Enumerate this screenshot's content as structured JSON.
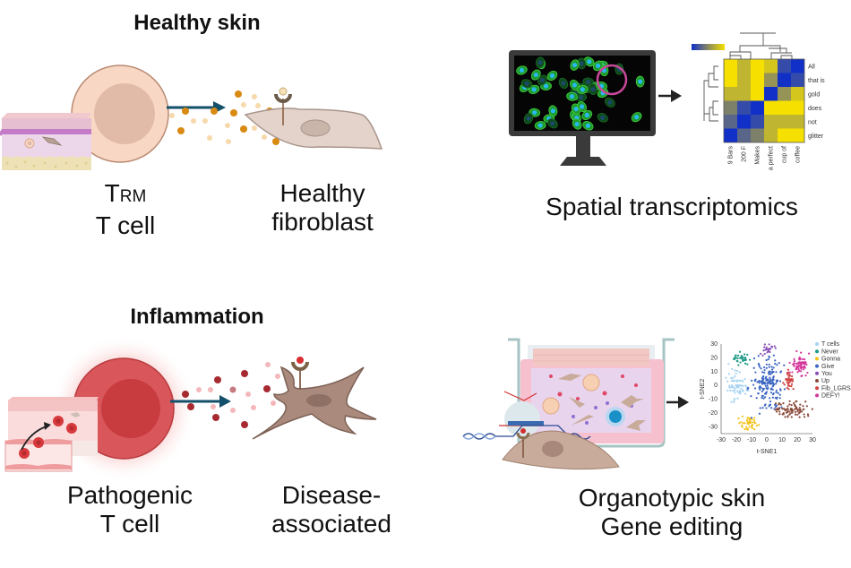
{
  "panels": {
    "healthy": {
      "heading": "Healthy skin",
      "tcell_label_main": "T",
      "tcell_label_sub": "RM",
      "tcell_label_line2": "T cell",
      "fibroblast_label_line1": "Healthy",
      "fibroblast_label_line2": "fibroblast"
    },
    "inflammation": {
      "heading": "Inflammation",
      "tcell_label_line1": "Pathogenic",
      "tcell_label_line2": "T cell",
      "fibroblast_label_line1": "Disease-",
      "fibroblast_label_line2": "associated"
    },
    "spatial": {
      "label": "Spatial transcriptomics"
    },
    "organotypic": {
      "label_line1": "Organotypic skin",
      "label_line2": "Gene editing"
    }
  },
  "colors": {
    "healthy_cell": "#f8d8c4",
    "healthy_nucleus": "#e2bba8",
    "pathogenic_cell": "#d9575a",
    "pathogenic_nucleus": "#c83c40",
    "arrow_teal": "#13506a",
    "fibroblast_healthy": "#e3d3cb",
    "fibroblast_disease": "#a98a7c",
    "heat_yellow": "#f5e000",
    "heat_olive": "#c8c035",
    "heat_blue": "#1030c8"
  },
  "chart_data": [
    {
      "type": "heatmap",
      "title": "",
      "rows": [
        "All",
        "that is",
        "gold",
        "does",
        "not",
        "glitter"
      ],
      "columns": [
        "9 Bars",
        "200 F",
        "Makes",
        "a perfect",
        "cup of",
        "coffee"
      ],
      "colorbar": {
        "low": "blue",
        "high": "yellow"
      },
      "values": [
        [
          1.0,
          0.75,
          1.0,
          0.85,
          0.15,
          0.0
        ],
        [
          1.0,
          0.75,
          1.0,
          0.55,
          0.0,
          0.15
        ],
        [
          0.75,
          0.75,
          1.0,
          0.0,
          0.55,
          0.85
        ],
        [
          0.45,
          0.15,
          0.0,
          1.0,
          1.0,
          1.0
        ],
        [
          0.3,
          0.0,
          0.15,
          0.75,
          0.75,
          0.75
        ],
        [
          0.0,
          0.3,
          0.45,
          0.75,
          1.0,
          1.0
        ]
      ],
      "dendrograms": {
        "rows": true,
        "columns": true
      }
    },
    {
      "type": "scatter",
      "title": "",
      "xlabel": "t-SNE1",
      "ylabel": "t-SNE2",
      "xlim": [
        -30,
        30
      ],
      "ylim": [
        -35,
        30
      ],
      "xticks": [
        -30,
        -20,
        -10,
        0,
        10,
        20,
        30
      ],
      "yticks": [
        30,
        20,
        10,
        0,
        -10,
        -20,
        -30
      ],
      "legend_position": "right",
      "series": [
        {
          "name": "T cells",
          "color": "#a6d3f2",
          "center": [
            -20,
            0
          ],
          "spread": [
            6,
            9
          ],
          "n": 70
        },
        {
          "name": "Never",
          "color": "#1a9a86",
          "center": [
            -18,
            20
          ],
          "spread": [
            5,
            4
          ],
          "n": 35
        },
        {
          "name": "Gonna",
          "color": "#f2c21a",
          "center": [
            -12,
            -27
          ],
          "spread": [
            5,
            4
          ],
          "n": 40
        },
        {
          "name": "Give",
          "color": "#3c66c2",
          "center": [
            0,
            2
          ],
          "spread": [
            8,
            15
          ],
          "n": 170
        },
        {
          "name": "You",
          "color": "#8a4fb5",
          "center": [
            1,
            26
          ],
          "spread": [
            4,
            3
          ],
          "n": 25
        },
        {
          "name": "Up",
          "color": "#8a4a3a",
          "center": [
            16,
            -18
          ],
          "spread": [
            9,
            5
          ],
          "n": 80
        },
        {
          "name": "Fib_LGRS",
          "color": "#d24040",
          "center": [
            15,
            3
          ],
          "spread": [
            3,
            6
          ],
          "n": 35
        },
        {
          "name": "DEFY!",
          "color": "#d4379a",
          "center": [
            22,
            15
          ],
          "spread": [
            5,
            6
          ],
          "n": 70
        }
      ]
    }
  ]
}
